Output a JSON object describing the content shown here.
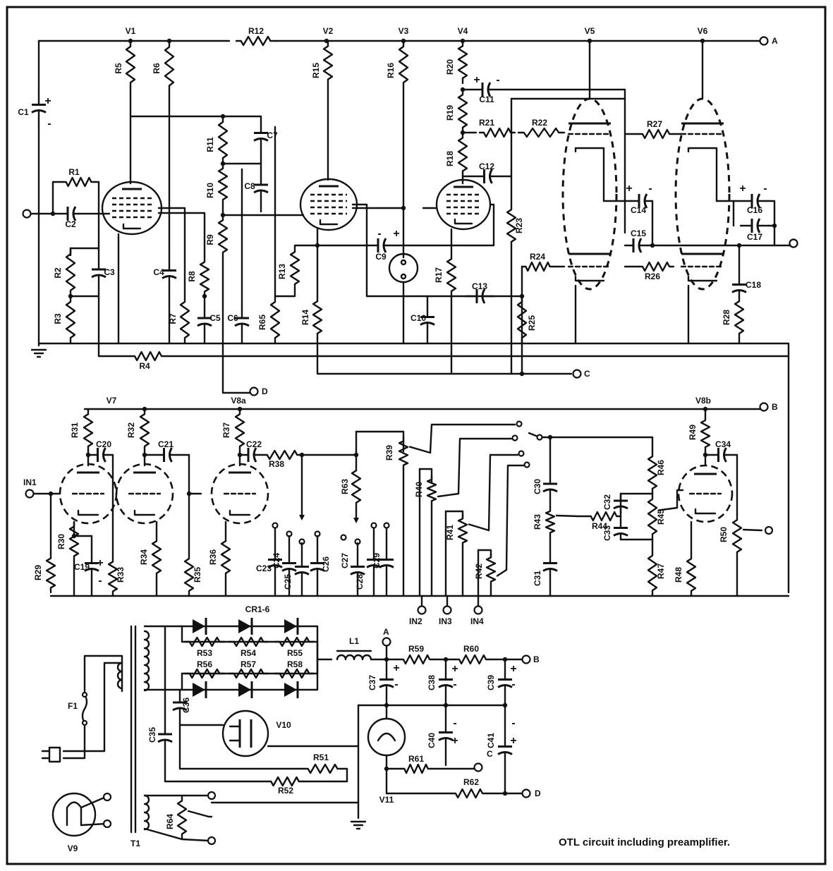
{
  "caption": "OTL circuit including preamplifier.",
  "tubes": [
    "V1",
    "V2",
    "V3",
    "V4",
    "V5",
    "V6",
    "V7",
    "V8a",
    "V8b",
    "V9",
    "V10",
    "V11"
  ],
  "terminals": [
    "A",
    "B",
    "C",
    "D",
    "IN1",
    "IN2",
    "IN3",
    "IN4"
  ],
  "resistors": [
    "R1",
    "R2",
    "R3",
    "R4",
    "R5",
    "R6",
    "R7",
    "R8",
    "R9",
    "R10",
    "R11",
    "R12",
    "R13",
    "R14",
    "R15",
    "R16",
    "R17",
    "R18",
    "R19",
    "R20",
    "R21",
    "R22",
    "R23",
    "R24",
    "R25",
    "R26",
    "R27",
    "R28",
    "R29",
    "R30",
    "R31",
    "R32",
    "R33",
    "R34",
    "R35",
    "R36",
    "R37",
    "R38",
    "R39",
    "R40",
    "R41",
    "R42",
    "R43",
    "R44",
    "R45",
    "R46",
    "R47",
    "R48",
    "R49",
    "R50",
    "R51",
    "R52",
    "R53",
    "R54",
    "R55",
    "R56",
    "R57",
    "R58",
    "R59",
    "R60",
    "R61",
    "R62",
    "R63",
    "R64",
    "R65"
  ],
  "capacitors": [
    "C1",
    "C2",
    "C3",
    "C4",
    "C5",
    "C6",
    "C7",
    "C8",
    "C9",
    "C10",
    "C11",
    "C12",
    "C13",
    "C14",
    "C15",
    "C16",
    "C17",
    "C18",
    "C19",
    "C20",
    "C21",
    "C22",
    "C23",
    "C24",
    "C25",
    "C26",
    "C27",
    "C28",
    "C29",
    "C30",
    "C31",
    "C32",
    "C33",
    "C34",
    "C35",
    "C36",
    "C37",
    "C38",
    "C39",
    "C40",
    "C41"
  ],
  "other_parts": [
    "CR1-6",
    "L1",
    "F1",
    "T1"
  ],
  "polarity": {
    "plus": "+",
    "minus": "-"
  }
}
